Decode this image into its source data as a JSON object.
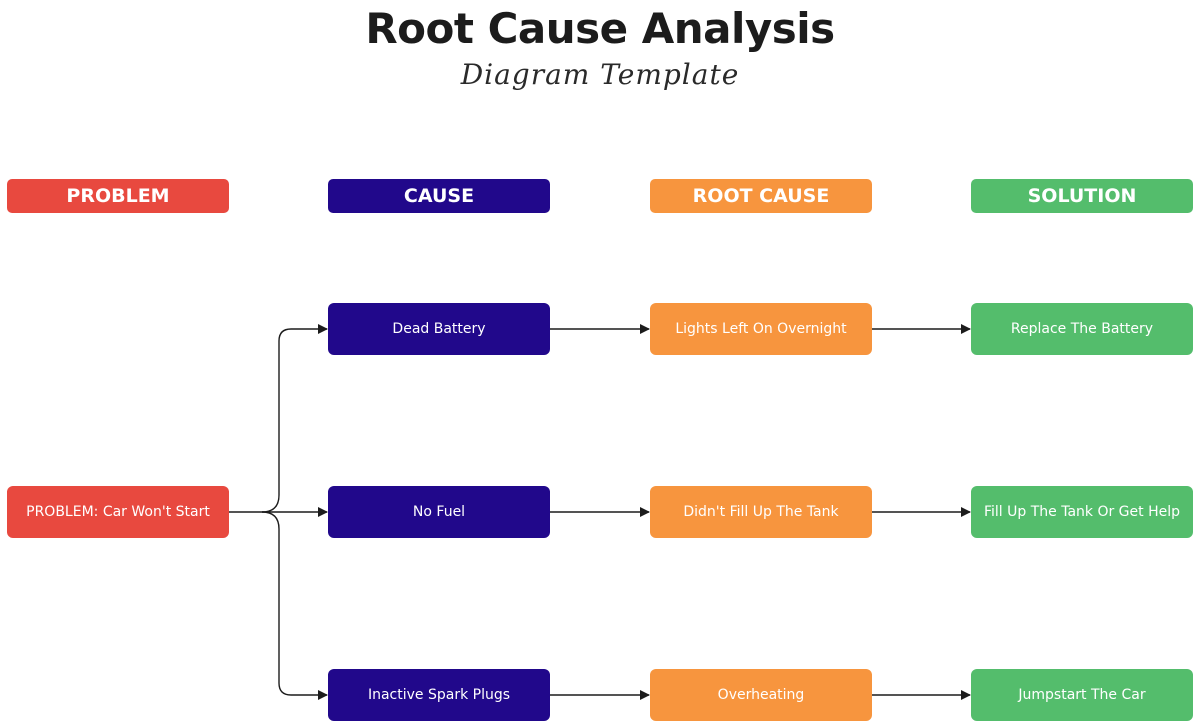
{
  "title": "Root Cause Analysis",
  "subtitle": "Diagram Template",
  "headers": {
    "problem": "PROBLEM",
    "cause": "CAUSE",
    "root_cause": "ROOT CAUSE",
    "solution": "SOLUTION"
  },
  "problem": "PROBLEM: Car Won't Start",
  "rows": [
    {
      "cause": "Dead Battery",
      "root_cause": "Lights Left On Overnight",
      "solution": "Replace The Battery"
    },
    {
      "cause": "No Fuel",
      "root_cause": "Didn't Fill Up The Tank",
      "solution": "Fill Up The Tank Or Get Help"
    },
    {
      "cause": "Inactive Spark Plugs",
      "root_cause": "Overheating",
      "solution": "Jumpstart The Car"
    }
  ],
  "colors": {
    "problem": "#e8493f",
    "cause": "#21088b",
    "root_cause": "#f7953e",
    "solution": "#54bd6c",
    "connector": "#1c1c1c"
  }
}
